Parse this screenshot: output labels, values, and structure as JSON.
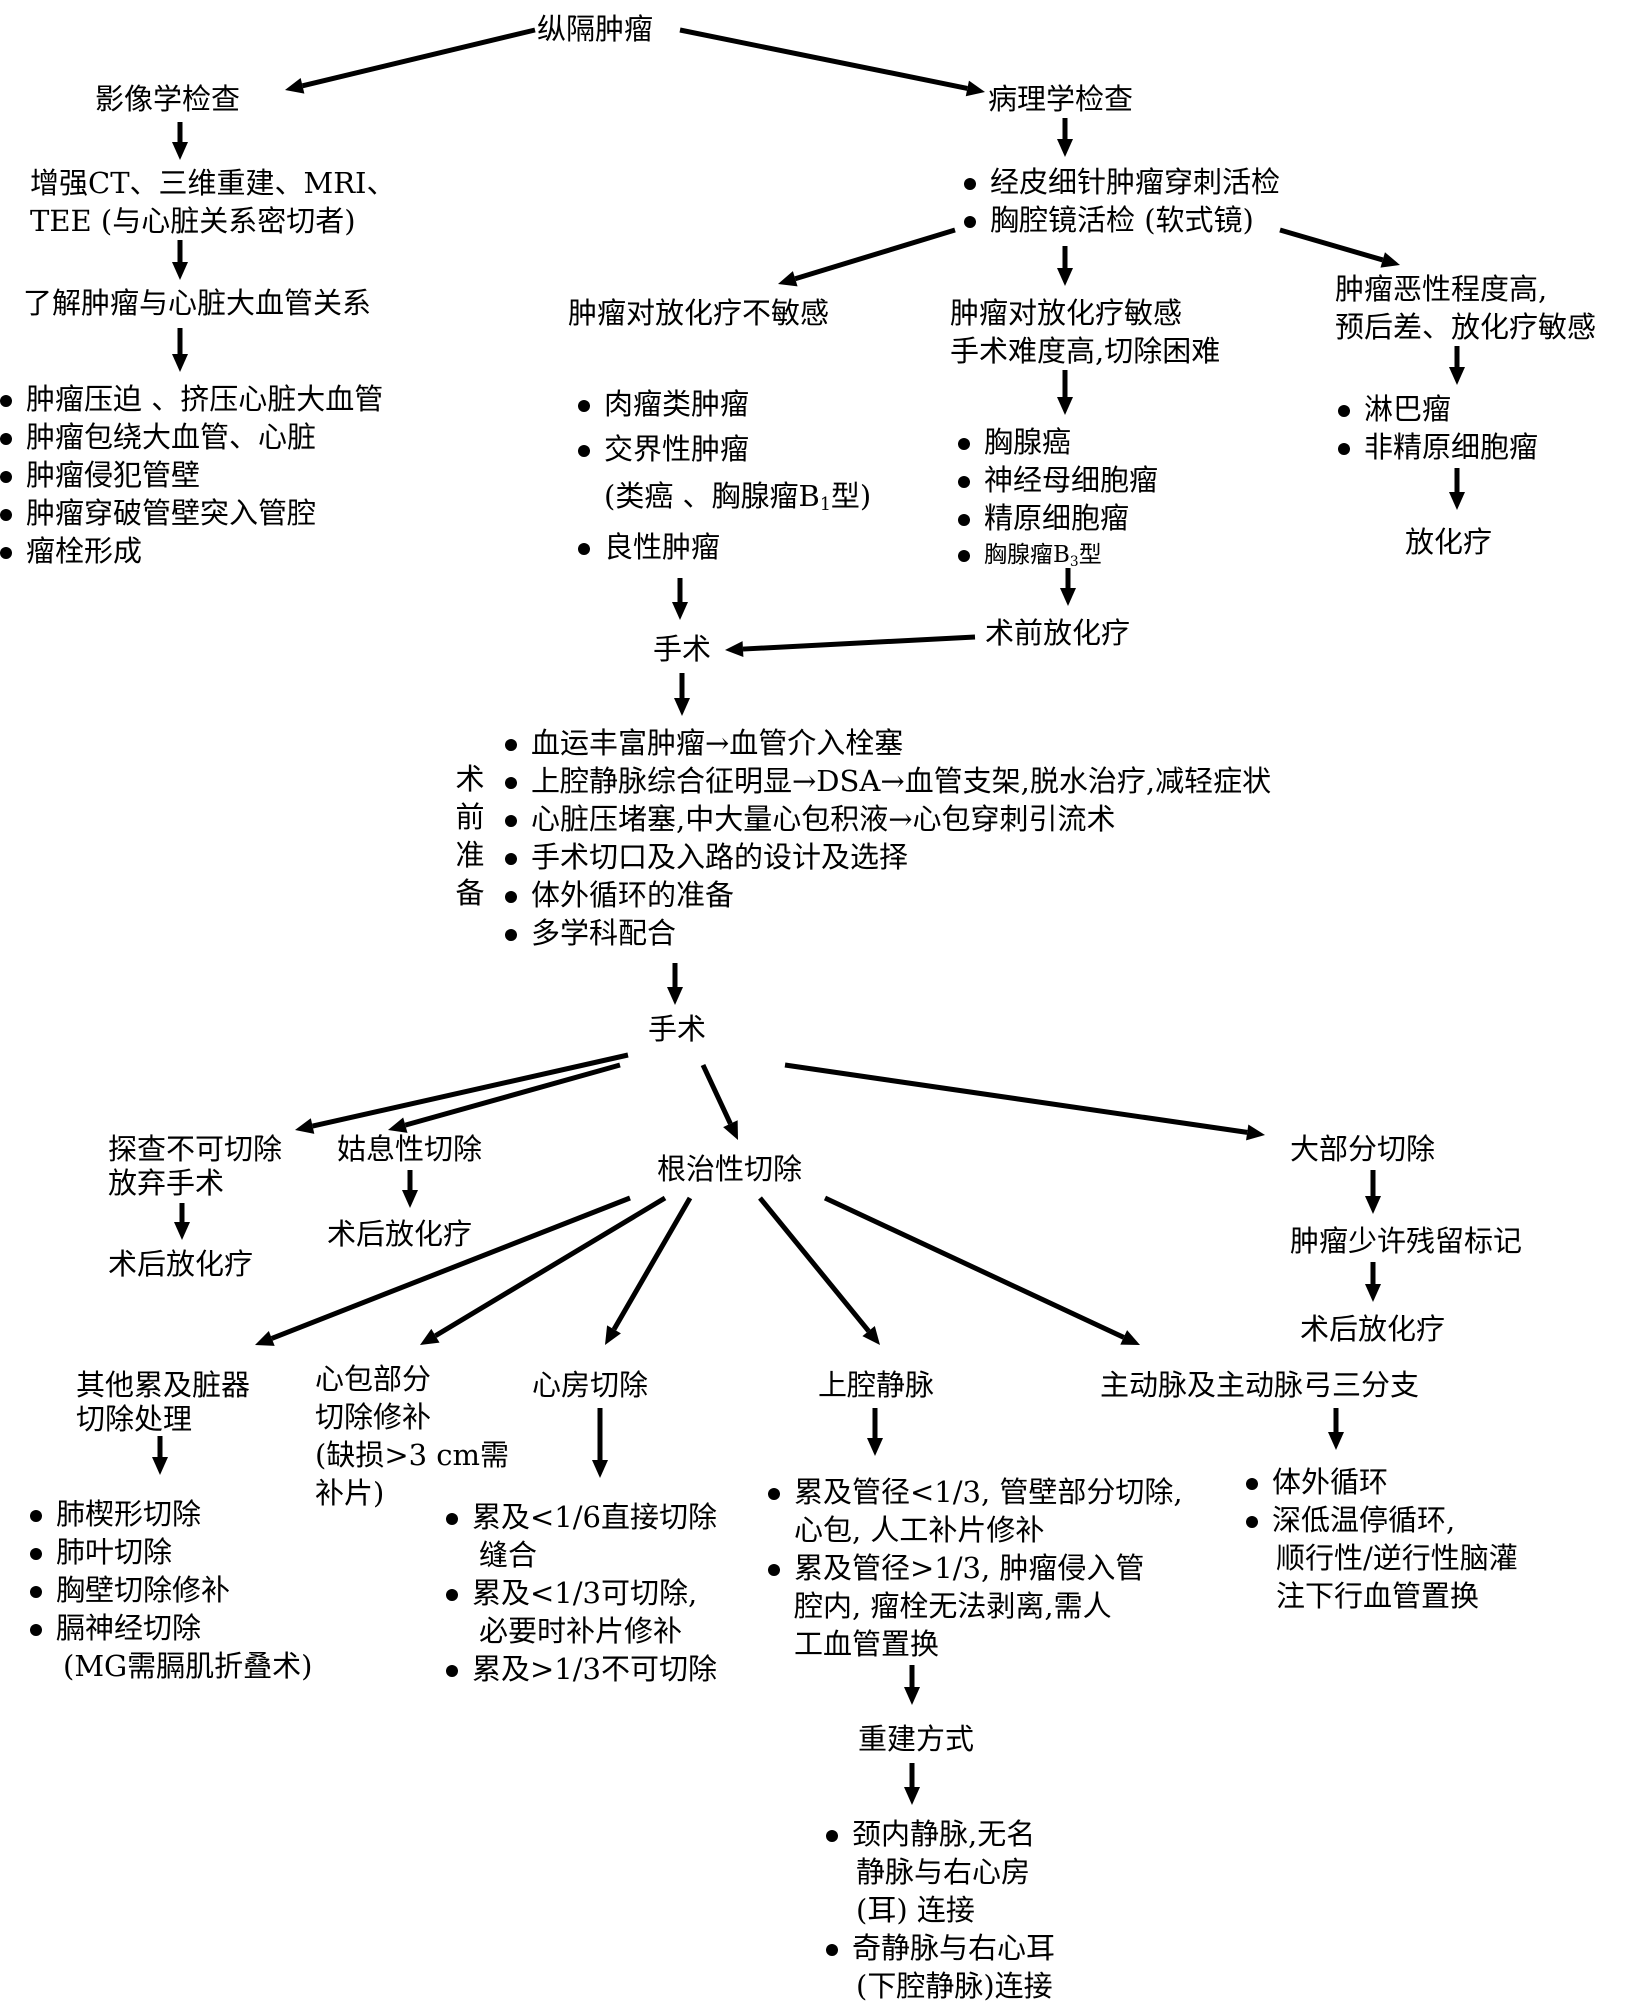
{
  "root": "纵隔肿瘤",
  "imaging": {
    "title": "影像学检查",
    "exams": [
      "增强CT、三维重建、MRI、",
      "TEE (与心脏关系密切者)"
    ],
    "goal": "了解肿瘤与心脏大血管关系",
    "findings": [
      "肿瘤压迫 、挤压心脏大血管",
      "肿瘤包绕大血管、心脏",
      "肿瘤侵犯管壁",
      "肿瘤穿破管壁突入管腔",
      "瘤栓形成"
    ]
  },
  "pathology": {
    "title": "病理学检查",
    "methods": [
      "经皮细针肿瘤穿刺活检",
      "胸腔镜活检 (软式镜)"
    ]
  },
  "insensitive": {
    "title": "肿瘤对放化疗不敏感",
    "items": [
      "肉瘤类肿瘤",
      "交界性肿瘤",
      "良性肿瘤"
    ],
    "note_prefix": "(类癌 、胸腺瘤B",
    "note_sub": "1",
    "note_suffix": "型)"
  },
  "sensitive": {
    "title": [
      "肿瘤对放化疗敏感",
      "手术难度高,切除困难"
    ],
    "items": [
      "胸腺癌",
      "神经母细胞瘤",
      "精原细胞瘤"
    ],
    "item4_prefix": "胸腺瘤B",
    "item4_sub": "3",
    "item4_suffix": "型",
    "next": "术前放化疗"
  },
  "malignant": {
    "title": [
      "肿瘤恶性程度高,",
      "预后差、放化疗敏感"
    ],
    "items": [
      "淋巴瘤",
      "非精原细胞瘤"
    ],
    "next": "放化疗"
  },
  "surgery1": "手术",
  "prep": {
    "label": "术前准备",
    "items": [
      "血运丰富肿瘤→血管介入栓塞",
      "上腔静脉综合征明显→DSA→血管支架,脱水治疗,减轻症状",
      "心脏压堵塞,中大量心包积液→心包穿刺引流术",
      "手术切口及入路的设计及选择",
      "体外循环的准备",
      "多学科配合"
    ]
  },
  "surgery2": "手术",
  "explore": {
    "title": [
      "探查不可切除",
      "放弃手术"
    ],
    "next": "术后放化疗"
  },
  "palliative": {
    "title": "姑息性切除",
    "next": "术后放化疗"
  },
  "radical": "根治性切除",
  "subtotal": {
    "title": "大部分切除",
    "mark": "肿瘤少许残留标记",
    "next": "术后放化疗"
  },
  "other_organs": {
    "title": [
      "其他累及脏器",
      "切除处理"
    ],
    "items": [
      "肺楔形切除",
      "肺叶切除",
      "胸壁切除修补",
      "膈神经切除"
    ],
    "note": "(MG需膈肌折叠术)"
  },
  "pericardium": {
    "title": [
      "心包部分",
      "切除修补",
      "(缺损>3 cm需",
      "补片)"
    ]
  },
  "atrium": {
    "title": "心房切除",
    "items": [
      [
        "累及<1/6直接切除",
        "缝合"
      ],
      [
        "累及<1/3可切除,",
        "必要时补片修补"
      ],
      [
        "累及>1/3不可切除"
      ]
    ]
  },
  "svc": {
    "title": "上腔静脉",
    "items": [
      [
        "累及管径<1/3, 管壁部分切除,",
        "心包, 人工补片修补"
      ],
      [
        "累及管径>1/3, 肿瘤侵入管",
        "腔内, 瘤栓无法剥离,需人",
        "工血管置换"
      ]
    ],
    "recon_title": "重建方式",
    "recon_items": [
      [
        "颈内静脉,无名",
        "静脉与右心房",
        "(耳) 连接"
      ],
      [
        "奇静脉与右心耳",
        "(下腔静脉)连接"
      ]
    ]
  },
  "aorta": {
    "title": "主动脉及主动脉弓三分支",
    "items": [
      [
        "体外循环"
      ],
      [
        "深低温停循环,",
        "顺行性/逆行性脑灌",
        "注下行血管置换"
      ]
    ]
  }
}
